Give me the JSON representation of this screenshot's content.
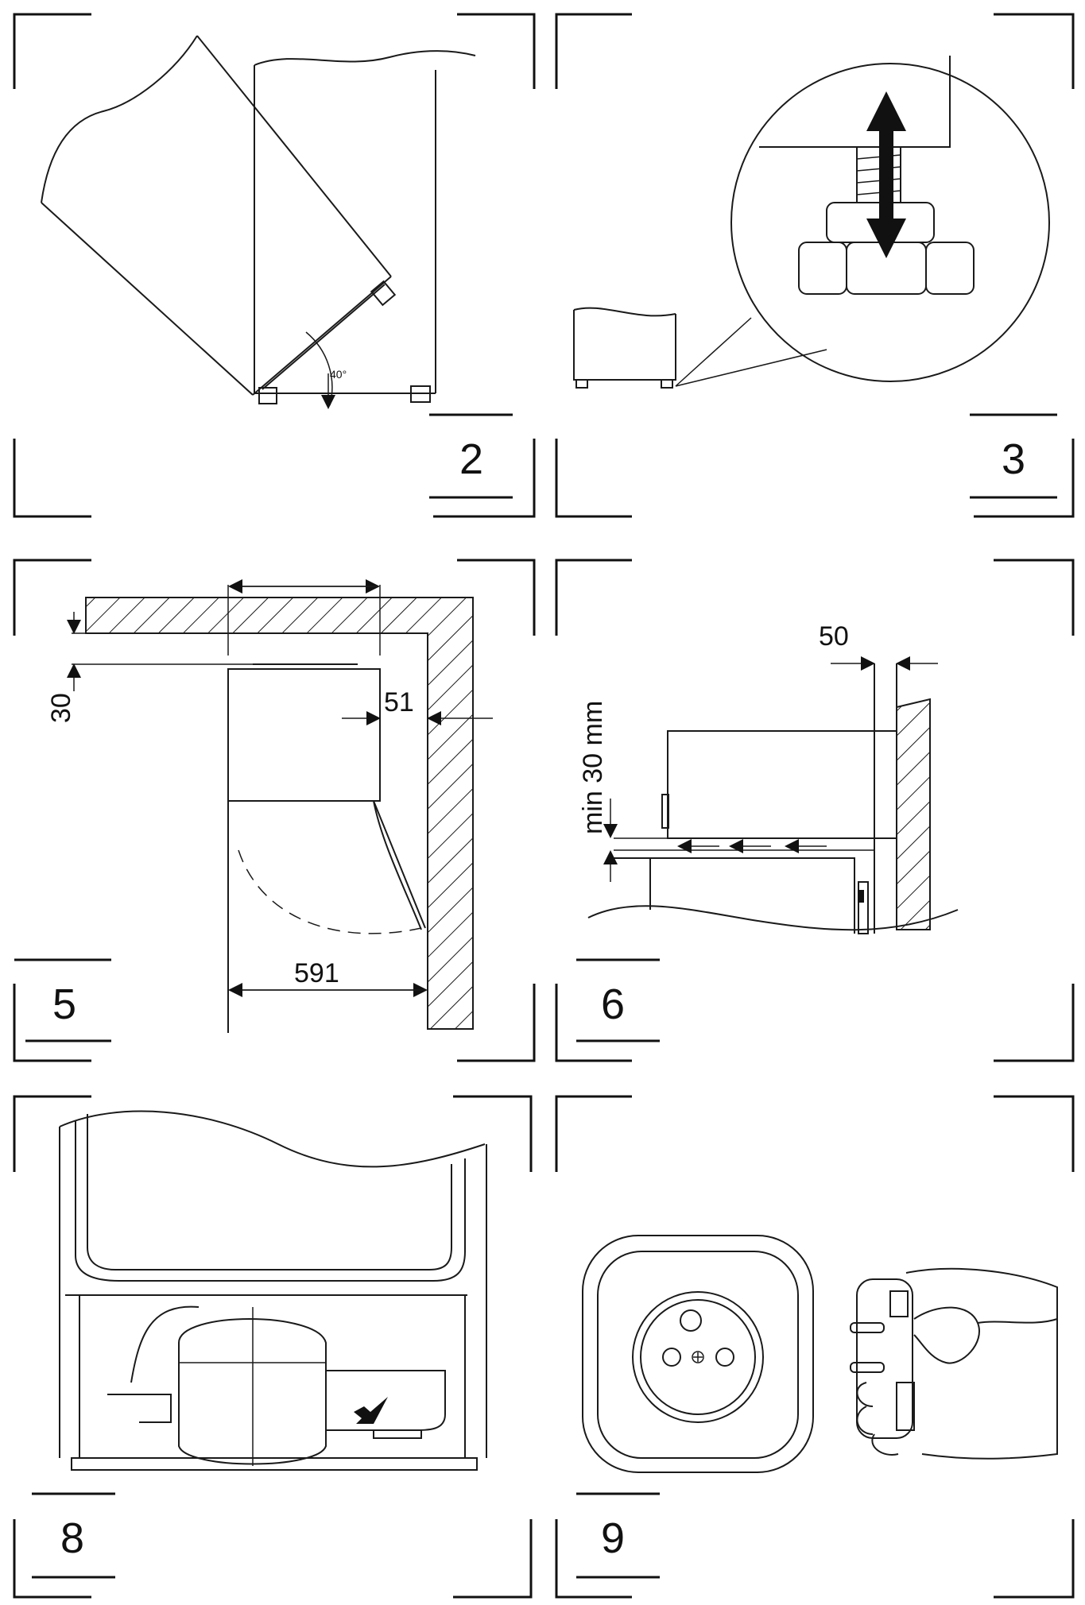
{
  "panels": [
    {
      "id": "fig2",
      "number": "2",
      "angle_label": "40°"
    },
    {
      "id": "fig3",
      "number": "3"
    },
    {
      "id": "fig5",
      "number": "5",
      "dim_top_gap": "30",
      "dim_side_gap": "51",
      "dim_door_swing": "591"
    },
    {
      "id": "fig6",
      "number": "6",
      "dim_rear_gap": "50",
      "dim_floor_gap": "min 30 mm"
    },
    {
      "id": "fig8",
      "number": "8"
    },
    {
      "id": "fig9",
      "number": "9"
    }
  ],
  "colors": {
    "line": "#1a1a1a",
    "background": "#ffffff"
  },
  "icons": [
    "double-arrow-icon",
    "arrow-icon",
    "socket-icon",
    "plug-icon"
  ]
}
